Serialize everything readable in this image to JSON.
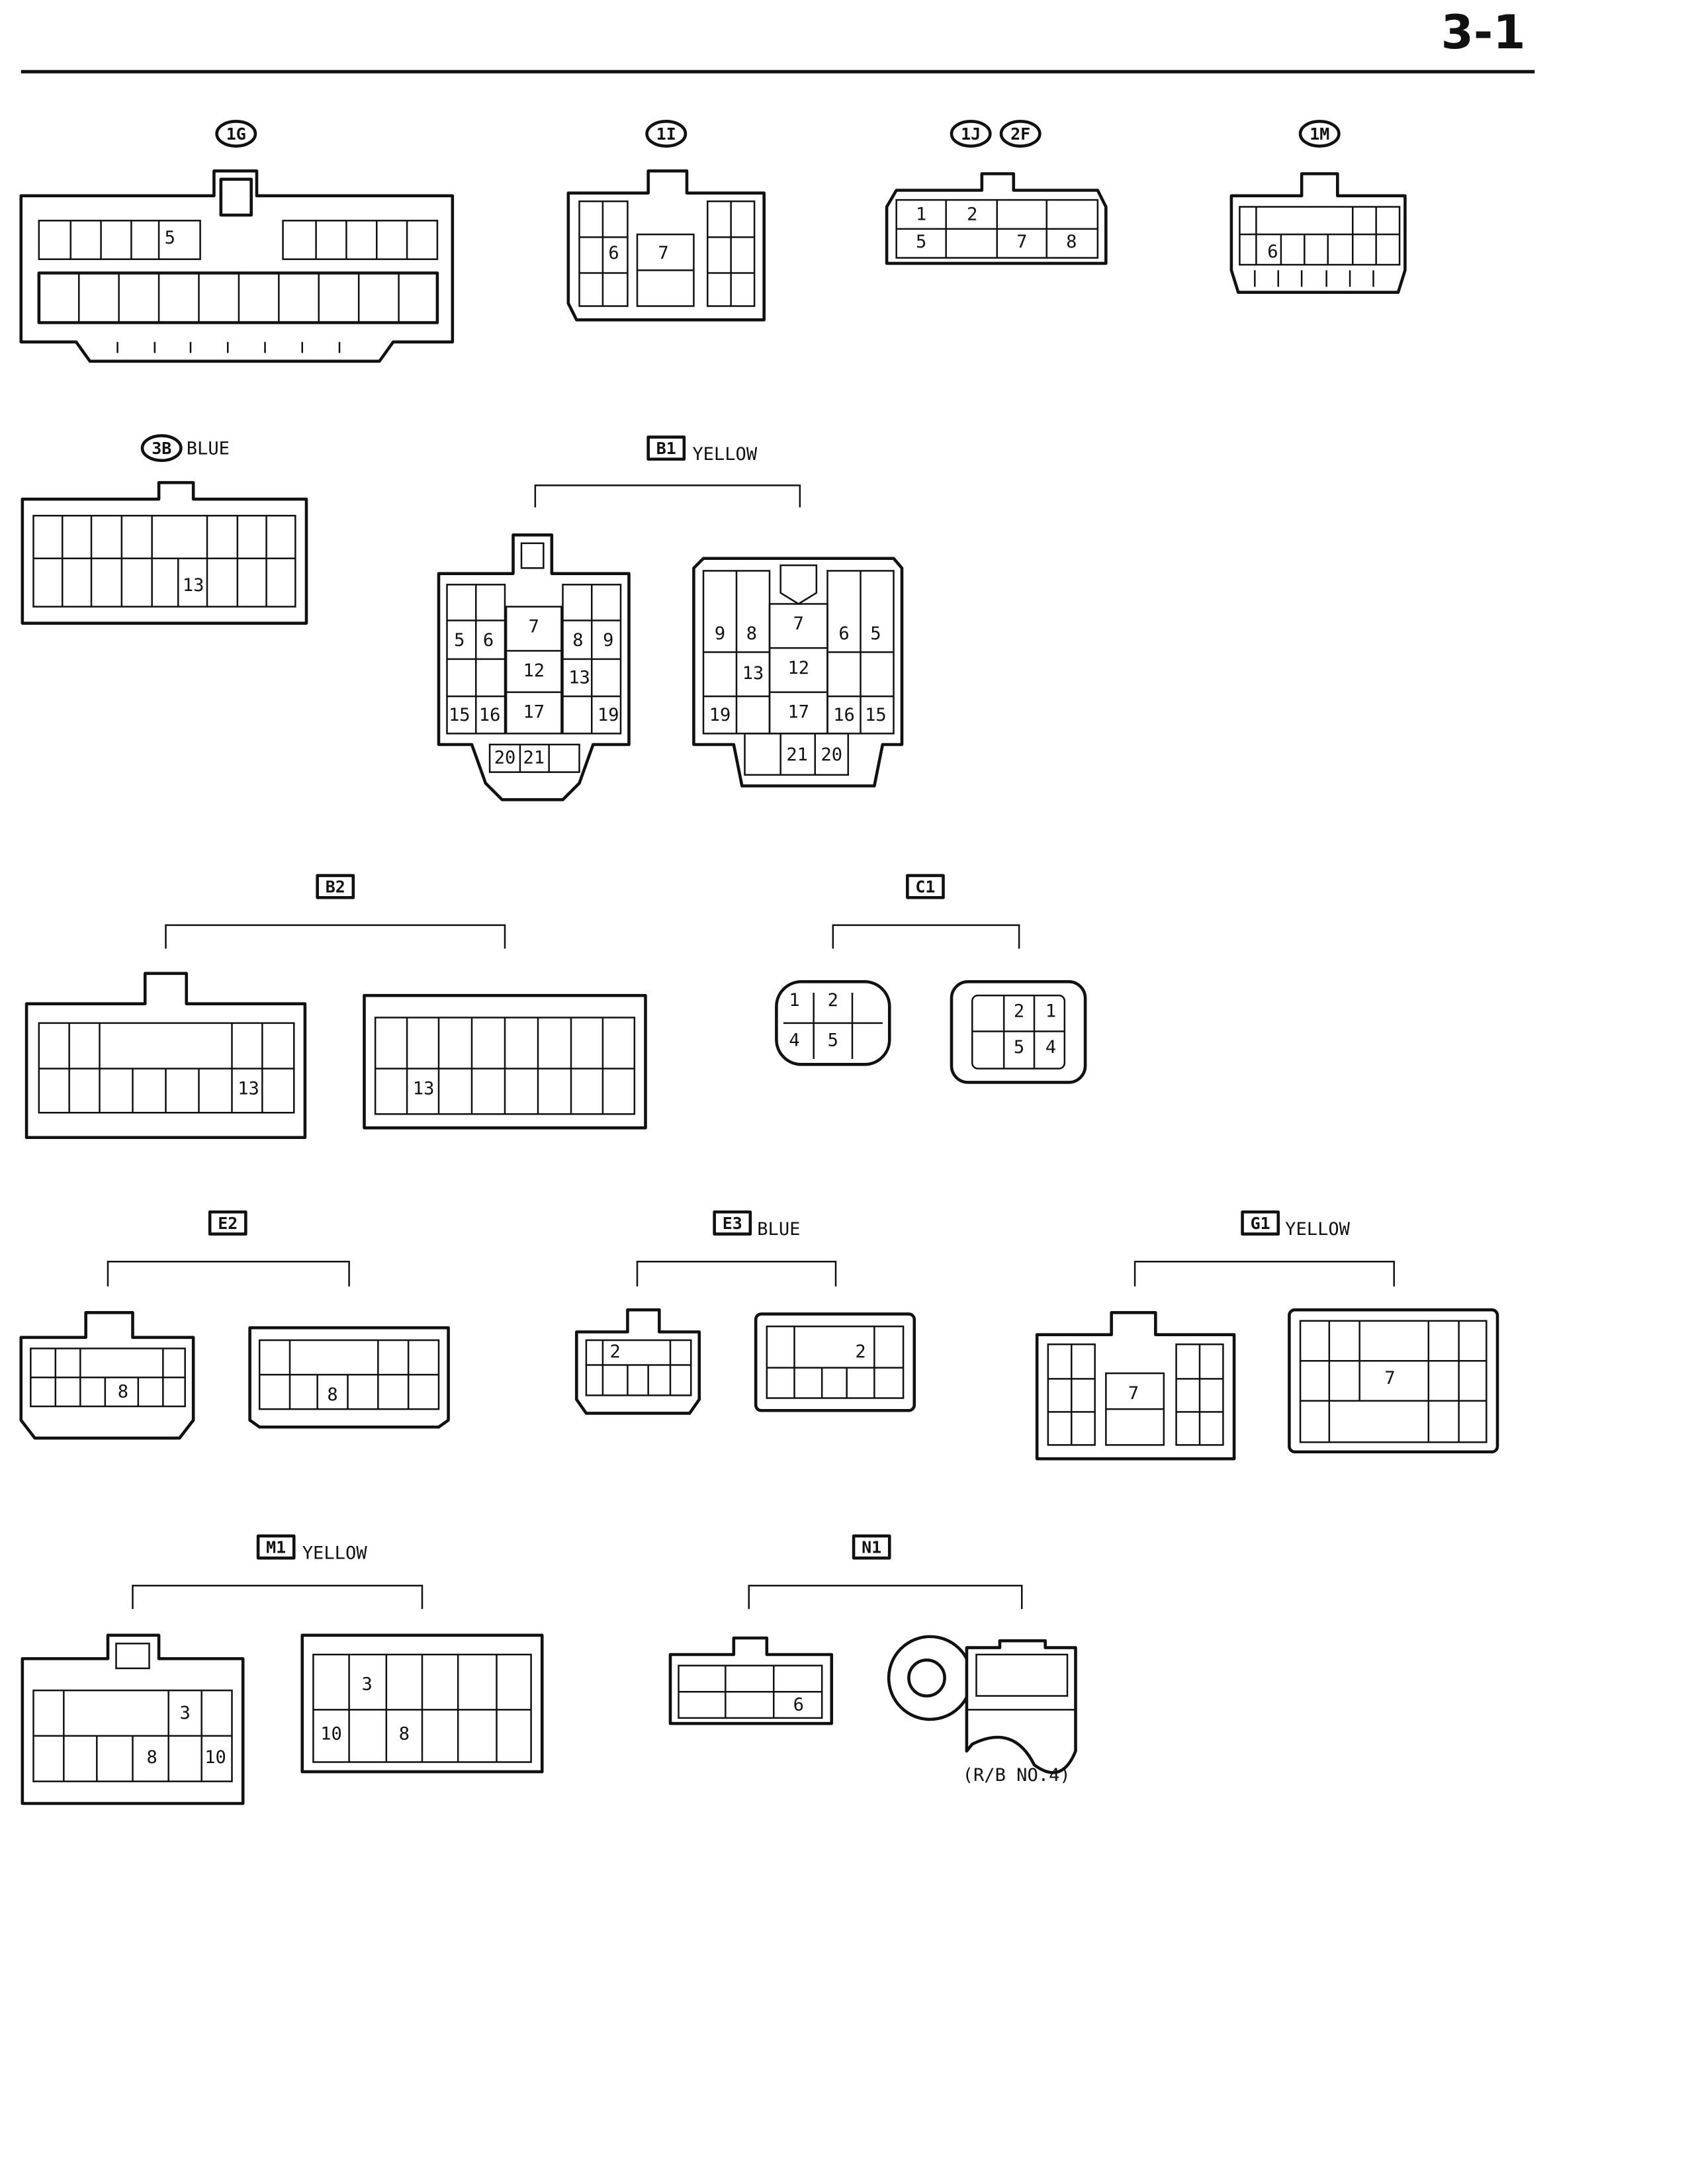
{
  "page_number": "3-1",
  "connectors": {
    "c1G": {
      "code": "1G",
      "pins": [
        "5"
      ]
    },
    "c1I": {
      "code": "1I",
      "pins": [
        "6",
        "7"
      ]
    },
    "c1J2F": {
      "codes": [
        "1J",
        "2F"
      ],
      "pins": [
        "1",
        "2",
        "5",
        "7",
        "8"
      ]
    },
    "c1M": {
      "code": "1M",
      "pins": [
        "6"
      ]
    },
    "c3B": {
      "code": "3B",
      "color": "BLUE",
      "pins": [
        "13"
      ]
    },
    "B1": {
      "code": "B1",
      "color": "YELLOW",
      "left": [
        "5",
        "6",
        "7",
        "8",
        "9",
        "12",
        "13",
        "15",
        "16",
        "17",
        "19",
        "20",
        "21"
      ],
      "right": [
        "9",
        "8",
        "7",
        "6",
        "5",
        "13",
        "12",
        "19",
        "17",
        "16",
        "15",
        "21",
        "20"
      ]
    },
    "B2": {
      "code": "B2",
      "left": [
        "13"
      ],
      "right": [
        "13"
      ]
    },
    "C1": {
      "code": "C1",
      "left": [
        "1",
        "2",
        "4",
        "5"
      ],
      "right": [
        "2",
        "1",
        "5",
        "4"
      ]
    },
    "E2": {
      "code": "E2",
      "left": [
        "8"
      ],
      "right": [
        "8"
      ]
    },
    "E3": {
      "code": "E3",
      "color": "BLUE",
      "left": [
        "2"
      ],
      "right": [
        "2"
      ]
    },
    "G1": {
      "code": "G1",
      "color": "YELLOW",
      "left": [
        "7"
      ],
      "right": [
        "7"
      ]
    },
    "M1": {
      "code": "M1",
      "color": "YELLOW",
      "left": [
        "3",
        "8",
        "10"
      ],
      "right": [
        "3",
        "10",
        "8"
      ]
    },
    "N1": {
      "code": "N1",
      "left": [
        "6"
      ],
      "caption": "(R/B NO.4)"
    }
  }
}
